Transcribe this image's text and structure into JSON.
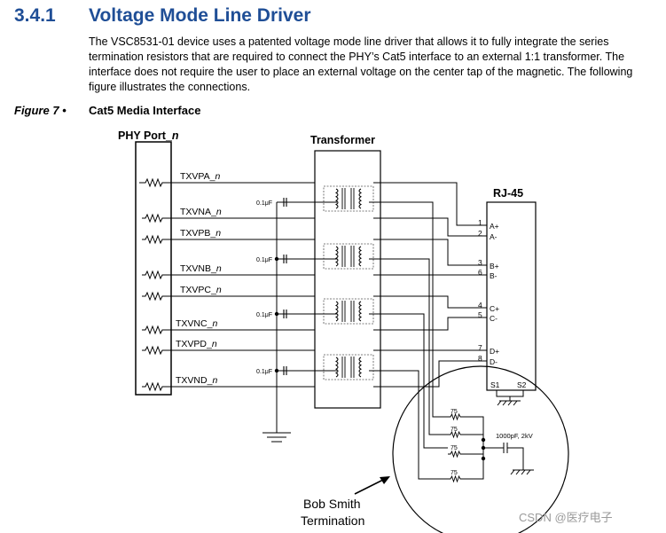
{
  "section": {
    "number": "3.4.1",
    "title": "Voltage Mode Line Driver",
    "body": "The VSC8531-01 device uses a patented voltage mode line driver that allows it to fully integrate the series termination resistors that are required to connect the PHY’s Cat5 interface to an external 1:1 transformer. The interface does not require the user to place an external voltage on the center tap of the magnetic. The following figure illustrates the connections."
  },
  "figure": {
    "label": "Figure 7 •",
    "caption": "Cat5 Media Interface"
  },
  "diagram": {
    "phy_port_prefix": "PHY Port_",
    "phy_port_suffix": "n",
    "transformer_label": "Transformer",
    "rj45_label": "RJ-45",
    "signals": [
      {
        "name": "TXVPA_",
        "suffix": "n"
      },
      {
        "name": "TXVNA_",
        "suffix": "n"
      },
      {
        "name": "TXVPB_",
        "suffix": "n"
      },
      {
        "name": "TXVNB_",
        "suffix": "n"
      },
      {
        "name": "TXVPC_",
        "suffix": "n"
      },
      {
        "name": "TXVNC_",
        "suffix": "n"
      },
      {
        "name": "TXVPD_",
        "suffix": "n"
      },
      {
        "name": "TXVND_",
        "suffix": "n"
      }
    ],
    "capacitor_label": "0.1μF",
    "rj45_pins": [
      {
        "num": "1",
        "label": "A+"
      },
      {
        "num": "2",
        "label": "A-"
      },
      {
        "num": "3",
        "label": "B+"
      },
      {
        "num": "6",
        "label": "B-"
      },
      {
        "num": "4",
        "label": "C+"
      },
      {
        "num": "5",
        "label": "C-"
      },
      {
        "num": "7",
        "label": "D+"
      },
      {
        "num": "8",
        "label": "D-"
      }
    ],
    "shield_labels": [
      "S1",
      "S2"
    ],
    "termination_resistor_label": "75",
    "termination_cap_label": "1000pF, 2kV",
    "bob_smith_line1": "Bob Smith",
    "bob_smith_line2": "Termination"
  },
  "watermark": "CSDN @医疗电子"
}
